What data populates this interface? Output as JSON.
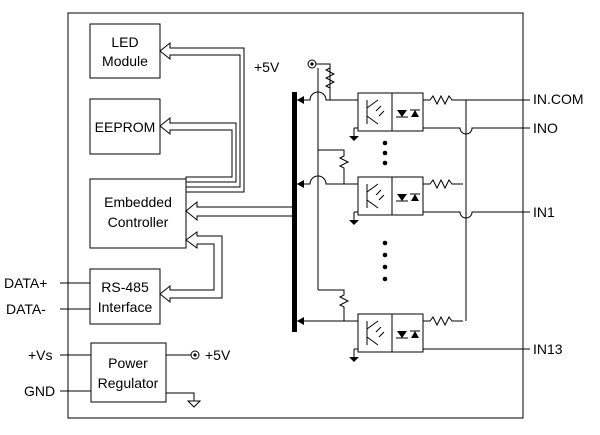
{
  "blocks": {
    "led": [
      "LED",
      "Module"
    ],
    "eeprom": "EEPROM",
    "controller": [
      "Embedded",
      "Controller"
    ],
    "rs485": [
      "RS-485",
      "Interface"
    ],
    "power": [
      "Power",
      "Regulator"
    ]
  },
  "signals": {
    "vcc_top": "+5V",
    "vcc_out": "+5V",
    "data_plus": "DATA+",
    "data_minus": "DATA-",
    "vs": "+Vs",
    "gnd": "GND"
  },
  "terminals": {
    "in_com": "IN.COM",
    "in0": "INO",
    "in1": "IN1",
    "in13": "IN13"
  },
  "ellipsis_icon": "vertical-dots"
}
